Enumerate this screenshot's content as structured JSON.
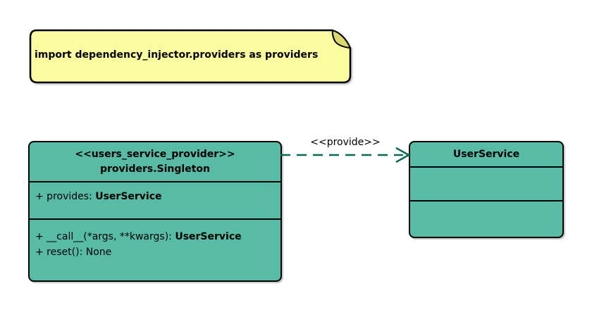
{
  "note": {
    "text": "import dependency_injector.providers as providers"
  },
  "provider_class": {
    "stereotype": "<<users_service_provider>>",
    "name": "providers.Singleton",
    "attributes": [
      {
        "text": "+ provides: ",
        "type": "UserService"
      }
    ],
    "methods": [
      {
        "text": "+ __call__(*args, **kwargs): ",
        "type": "UserService"
      },
      {
        "text": "+ reset(): None",
        "type": ""
      }
    ]
  },
  "service_class": {
    "name": "UserService"
  },
  "edge": {
    "stereotype": "<<provide>>"
  },
  "colors": {
    "class_fill": "#58BBA5",
    "note_fill": "#FBFBA0",
    "note_fold": "#D9D96F",
    "edge_stroke": "#0A6955",
    "border": "#000000",
    "background": "#FFFFFF",
    "text": "#000000"
  }
}
